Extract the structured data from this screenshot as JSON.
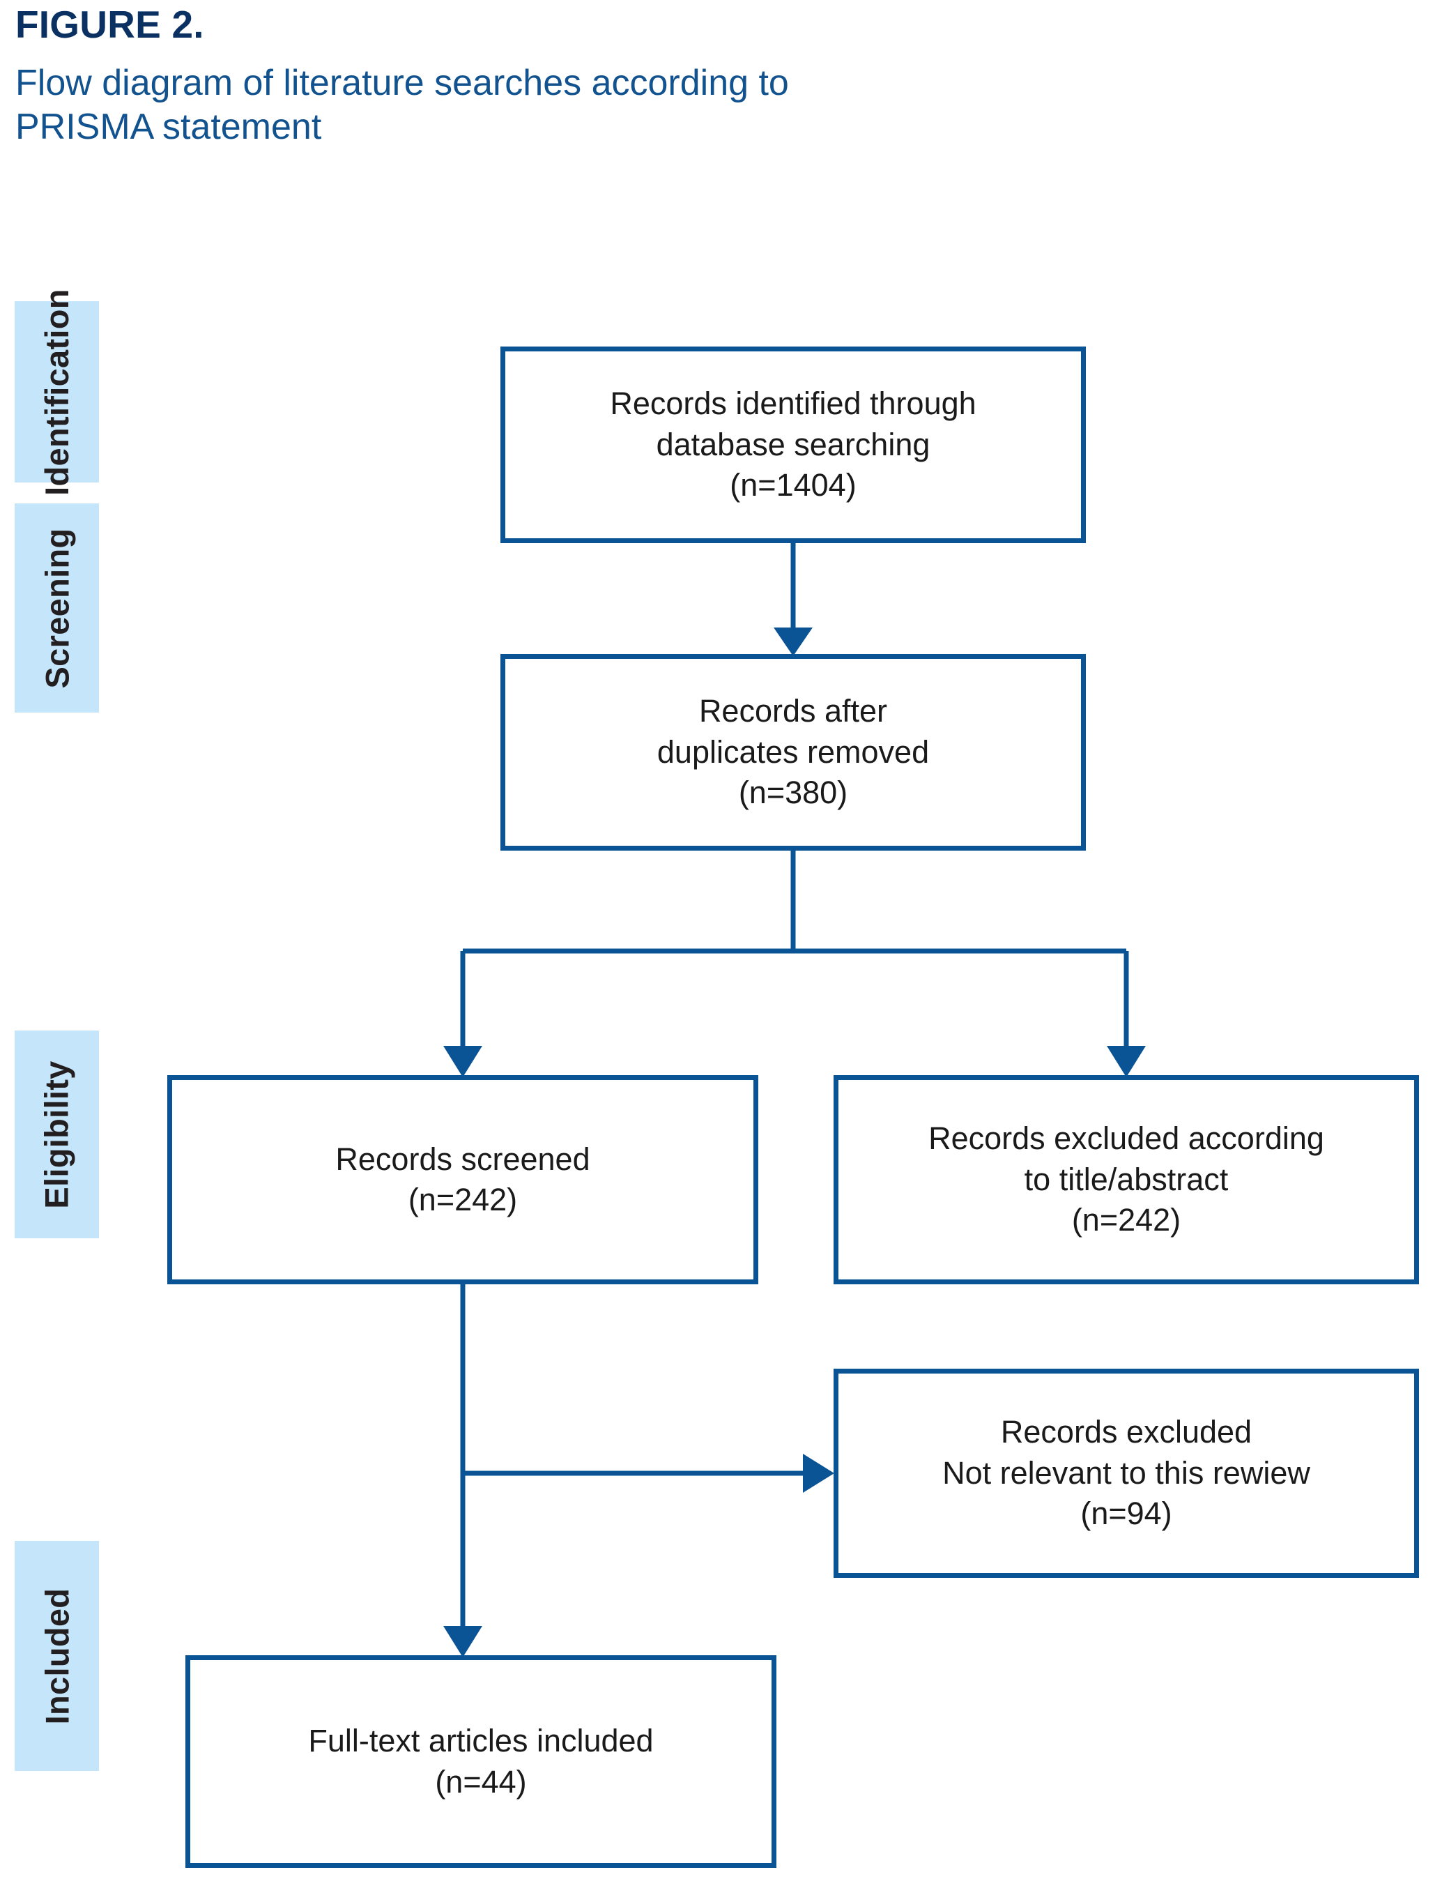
{
  "header": {
    "figure_number": "FIGURE 2.",
    "title": "Flow diagram of literature searches according to PRISMA statement"
  },
  "colors": {
    "box_border": "#0a5496",
    "connector": "#0a5496",
    "band_background": "#c5e6fa",
    "band_text": "#231f20",
    "figure_number_text": "#0a3161",
    "title_text": "#12538f",
    "box_text": "#1a1a1a",
    "page_background": "#ffffff"
  },
  "stages": [
    {
      "id": "identification",
      "label": "Identification"
    },
    {
      "id": "screening",
      "label": "Screening"
    },
    {
      "id": "eligibility",
      "label": "Eligibility"
    },
    {
      "id": "included",
      "label": "Included"
    }
  ],
  "chart_data": {
    "type": "diagram",
    "diagram_kind": "PRISMA flow diagram",
    "title": "Flow diagram of literature searches according to PRISMA statement",
    "stages": [
      "Identification",
      "Screening",
      "Eligibility",
      "Included"
    ],
    "nodes": [
      {
        "id": "identified",
        "stage": "Identification",
        "label": "Records identified through database searching",
        "count_label": "(n=1404)",
        "n": 1404
      },
      {
        "id": "duplicates",
        "stage": "Screening",
        "label": "Records after duplicates removed",
        "count_label": "(n=380)",
        "n": 380
      },
      {
        "id": "screened",
        "stage": "Eligibility",
        "label": "Records screened",
        "count_label": "(n=242)",
        "n": 242
      },
      {
        "id": "excluded_ta",
        "stage": "Eligibility",
        "label": "Records excluded according to title/abstract",
        "count_label": "(n=242)",
        "n": 242
      },
      {
        "id": "excluded_nr",
        "stage": "Eligibility",
        "label": "Records excluded Not relevant to this rewiew",
        "count_label": "(n=94)",
        "n": 94
      },
      {
        "id": "fulltext",
        "stage": "Included",
        "label": "Full-text articles included",
        "count_label": "(n=44)",
        "n": 44
      }
    ],
    "edges": [
      {
        "from": "identified",
        "to": "duplicates",
        "direction": "down"
      },
      {
        "from": "duplicates",
        "to": "screened",
        "direction": "down-left"
      },
      {
        "from": "duplicates",
        "to": "excluded_ta",
        "direction": "down-right"
      },
      {
        "from": "screened",
        "to": "excluded_nr",
        "direction": "right"
      },
      {
        "from": "screened",
        "to": "fulltext",
        "direction": "down"
      }
    ]
  },
  "boxes": {
    "identified": {
      "line1": "Records identified through",
      "line2": "database searching",
      "line3": "(n=1404)",
      "text": "Records identified through\ndatabase searching\n(n=1404)"
    },
    "duplicates": {
      "line1": "Records after",
      "line2": "duplicates removed",
      "line3": "(n=380)",
      "text": "Records after\nduplicates removed\n(n=380)"
    },
    "screened": {
      "line1": "Records screened",
      "line2": "(n=242)",
      "text": "Records screened\n(n=242)"
    },
    "excluded_title_abstract": {
      "line1": "Records excluded according",
      "line2": "to title/abstract",
      "line3": "(n=242)",
      "text": "Records excluded according\nto title/abstract\n(n=242)"
    },
    "excluded_not_relevant": {
      "line1": "Records excluded",
      "line2": "Not relevant to this rewiew",
      "line3": "(n=94)",
      "text": "Records excluded\nNot relevant to this rewiew\n(n=94)"
    },
    "fulltext_included": {
      "line1": "Full-text articles included",
      "line2": "(n=44)",
      "text": "Full-text articles included\n(n=44)"
    }
  }
}
